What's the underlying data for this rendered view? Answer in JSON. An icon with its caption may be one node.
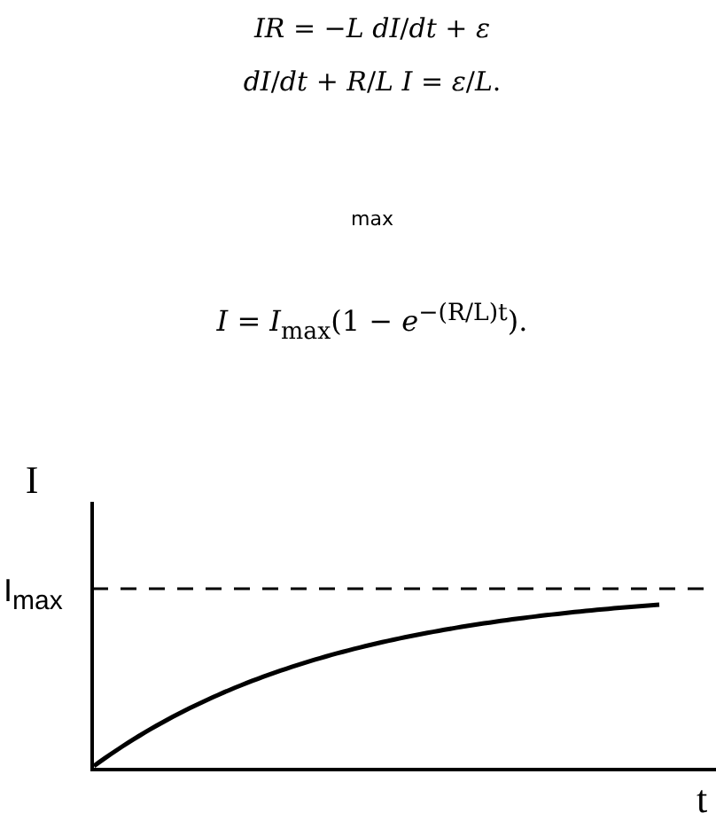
{
  "diagram": {
    "labels": [
      "*IR* = −*L* *dI*/*dt* + *ε*",
      "*dI*/*dt* + *R*/*L* *I* = *ε*/*L*.",
      "max",
      "*I* = *I*$_{max}$(1 − *e*$^{−(R/L)t}$).",
      "I",
      "I$_{max}$",
      "t"
    ]
  }
}
